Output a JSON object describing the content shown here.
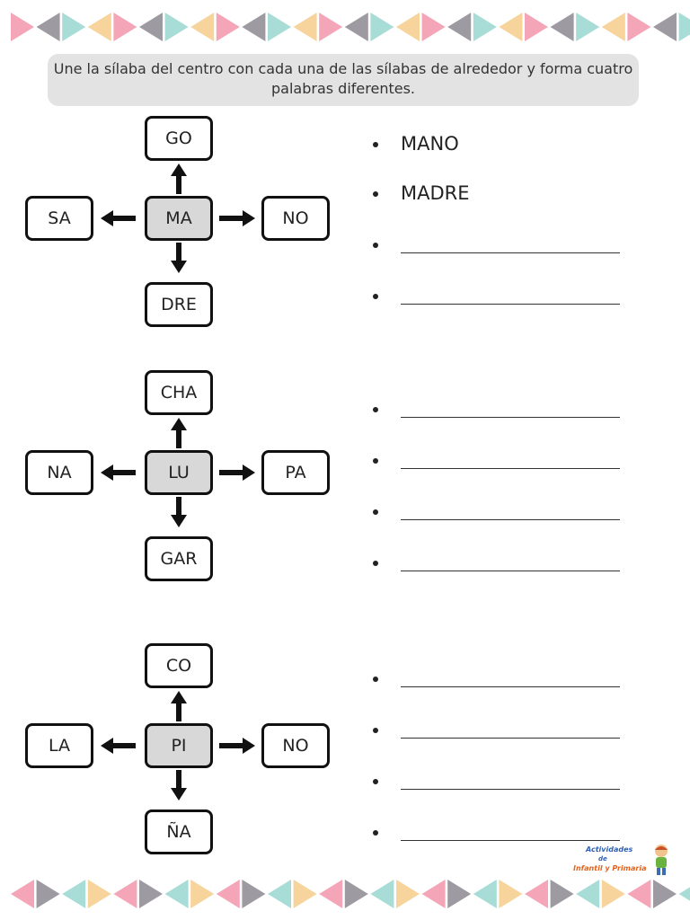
{
  "instructions": "Une la sílaba del centro con cada una de las sílabas de alrededor y forma cuatro palabras diferentes.",
  "colors": {
    "bunting": [
      "#f4a6b8",
      "#9e9aa2",
      "#a8dcd6",
      "#f6d49c"
    ],
    "center_box": "#d8d8d8",
    "instructions_bg": "#e3e3e3"
  },
  "exercises": [
    {
      "center": "MA",
      "top": "GO",
      "left": "SA",
      "right": "NO",
      "bottom": "DRE",
      "answers": [
        "MANO",
        "MADRE",
        "",
        ""
      ]
    },
    {
      "center": "LU",
      "top": "CHA",
      "left": "NA",
      "right": "PA",
      "bottom": "GAR",
      "answers": [
        "",
        "",
        "",
        ""
      ]
    },
    {
      "center": "PI",
      "top": "CO",
      "left": "LA",
      "right": "NO",
      "bottom": "ÑA",
      "answers": [
        "",
        "",
        "",
        ""
      ]
    }
  ],
  "logo": {
    "line1": "Actividades",
    "line2": "de",
    "line3": "Infantil y Primaria"
  }
}
